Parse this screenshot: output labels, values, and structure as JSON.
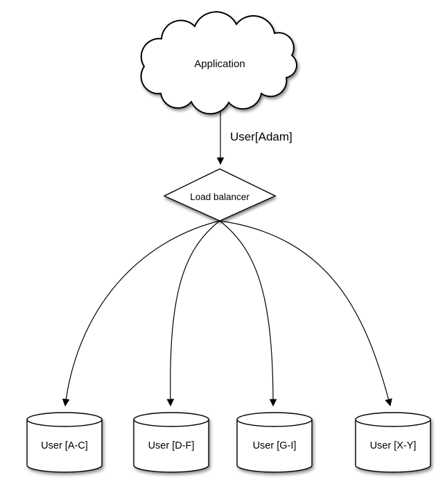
{
  "diagram": {
    "nodes": {
      "application": {
        "label": "Application",
        "shape": "cloud"
      },
      "load_balancer": {
        "label": "Load balancer",
        "shape": "diamond"
      },
      "shards": [
        {
          "label": "User [A-C]",
          "shape": "cylinder"
        },
        {
          "label": "User [D-F]",
          "shape": "cylinder"
        },
        {
          "label": "User [G-I]",
          "shape": "cylinder"
        },
        {
          "label": "User [X-Y]",
          "shape": "cylinder"
        }
      ]
    },
    "edges": [
      {
        "from": "application",
        "to": "load_balancer",
        "label": "User[Adam]"
      },
      {
        "from": "load_balancer",
        "to": "shard_0",
        "label": ""
      },
      {
        "from": "load_balancer",
        "to": "shard_1",
        "label": ""
      },
      {
        "from": "load_balancer",
        "to": "shard_2",
        "label": ""
      },
      {
        "from": "load_balancer",
        "to": "shard_3",
        "label": ""
      }
    ],
    "colors": {
      "stroke": "#000000",
      "shape_fill": "#ffffff",
      "text": "#000000",
      "background": "#ffffff"
    }
  }
}
